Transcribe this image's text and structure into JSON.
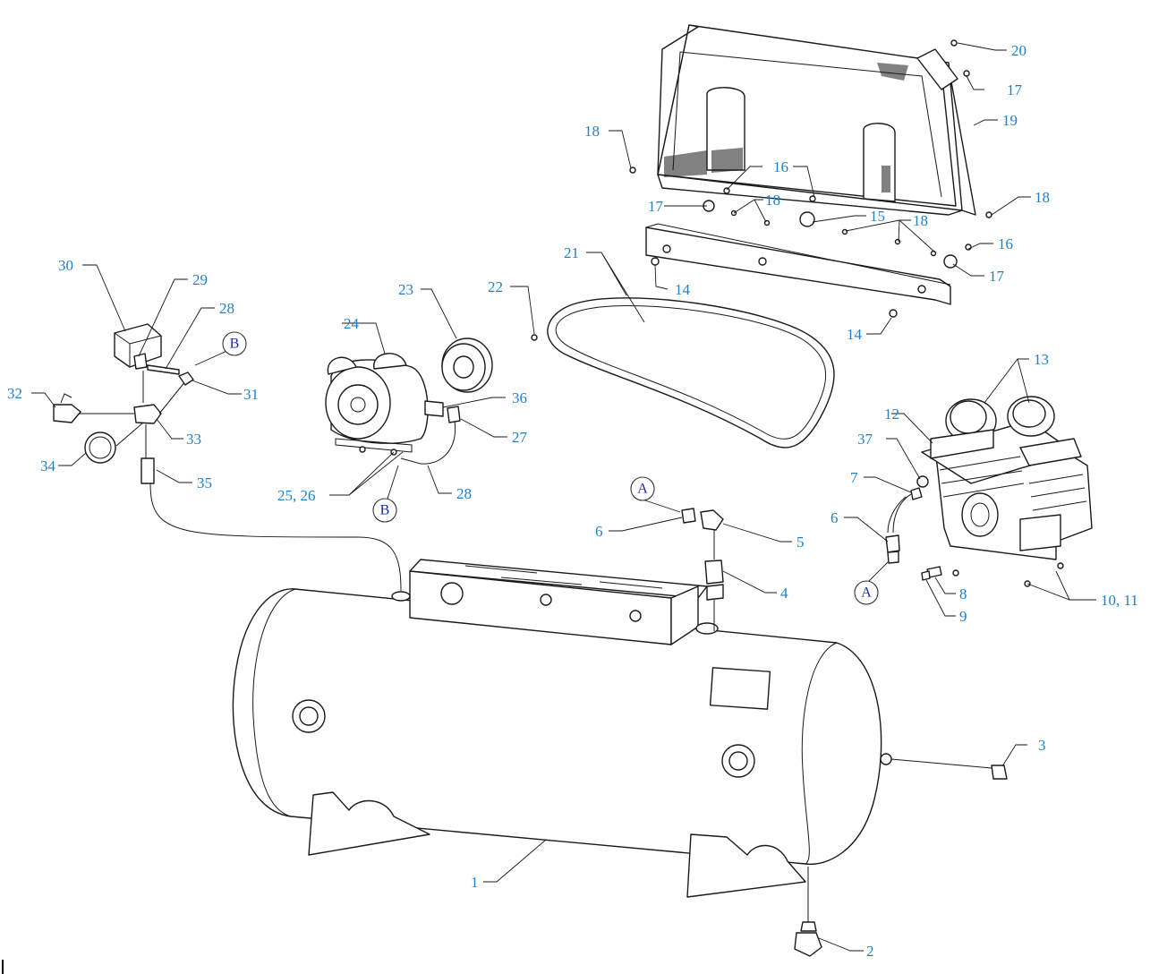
{
  "colors": {
    "label": "#1f7fc8",
    "ref_label": "#1a2aa0",
    "line": "#1a1a1a"
  },
  "diagram": {
    "callouts": [
      {
        "key": "c1",
        "text": "1"
      },
      {
        "key": "c2",
        "text": "2"
      },
      {
        "key": "c3",
        "text": "3"
      },
      {
        "key": "c4",
        "text": "4"
      },
      {
        "key": "c5",
        "text": "5"
      },
      {
        "key": "c6a",
        "text": "6"
      },
      {
        "key": "c6b",
        "text": "6"
      },
      {
        "key": "c7",
        "text": "7"
      },
      {
        "key": "c8",
        "text": "8"
      },
      {
        "key": "c9",
        "text": "9"
      },
      {
        "key": "c1011",
        "text": "10, 11"
      },
      {
        "key": "c12",
        "text": "12"
      },
      {
        "key": "c13",
        "text": "13"
      },
      {
        "key": "c14a",
        "text": "14"
      },
      {
        "key": "c14b",
        "text": "14"
      },
      {
        "key": "c15",
        "text": "15"
      },
      {
        "key": "c16a",
        "text": "16"
      },
      {
        "key": "c16b",
        "text": "16"
      },
      {
        "key": "c17a",
        "text": "17"
      },
      {
        "key": "c17b",
        "text": "17"
      },
      {
        "key": "c17c",
        "text": "17"
      },
      {
        "key": "c18a",
        "text": "18"
      },
      {
        "key": "c18b",
        "text": "18"
      },
      {
        "key": "c18c",
        "text": "18"
      },
      {
        "key": "c18d",
        "text": "18"
      },
      {
        "key": "c19",
        "text": "19"
      },
      {
        "key": "c20",
        "text": "20"
      },
      {
        "key": "c21",
        "text": "21"
      },
      {
        "key": "c22",
        "text": "22"
      },
      {
        "key": "c23",
        "text": "23"
      },
      {
        "key": "c24",
        "text": "24"
      },
      {
        "key": "c2526",
        "text": "25, 26"
      },
      {
        "key": "c27",
        "text": "27"
      },
      {
        "key": "c28a",
        "text": "28"
      },
      {
        "key": "c28b",
        "text": "28"
      },
      {
        "key": "c29",
        "text": "29"
      },
      {
        "key": "c30",
        "text": "30"
      },
      {
        "key": "c31",
        "text": "31"
      },
      {
        "key": "c32",
        "text": "32"
      },
      {
        "key": "c33",
        "text": "33"
      },
      {
        "key": "c34",
        "text": "34"
      },
      {
        "key": "c35",
        "text": "35"
      },
      {
        "key": "c36",
        "text": "36"
      },
      {
        "key": "c37",
        "text": "37"
      }
    ],
    "refs": [
      {
        "key": "rA1",
        "text": "A"
      },
      {
        "key": "rA2",
        "text": "A"
      },
      {
        "key": "rB1",
        "text": "B"
      },
      {
        "key": "rB2",
        "text": "B"
      }
    ]
  }
}
